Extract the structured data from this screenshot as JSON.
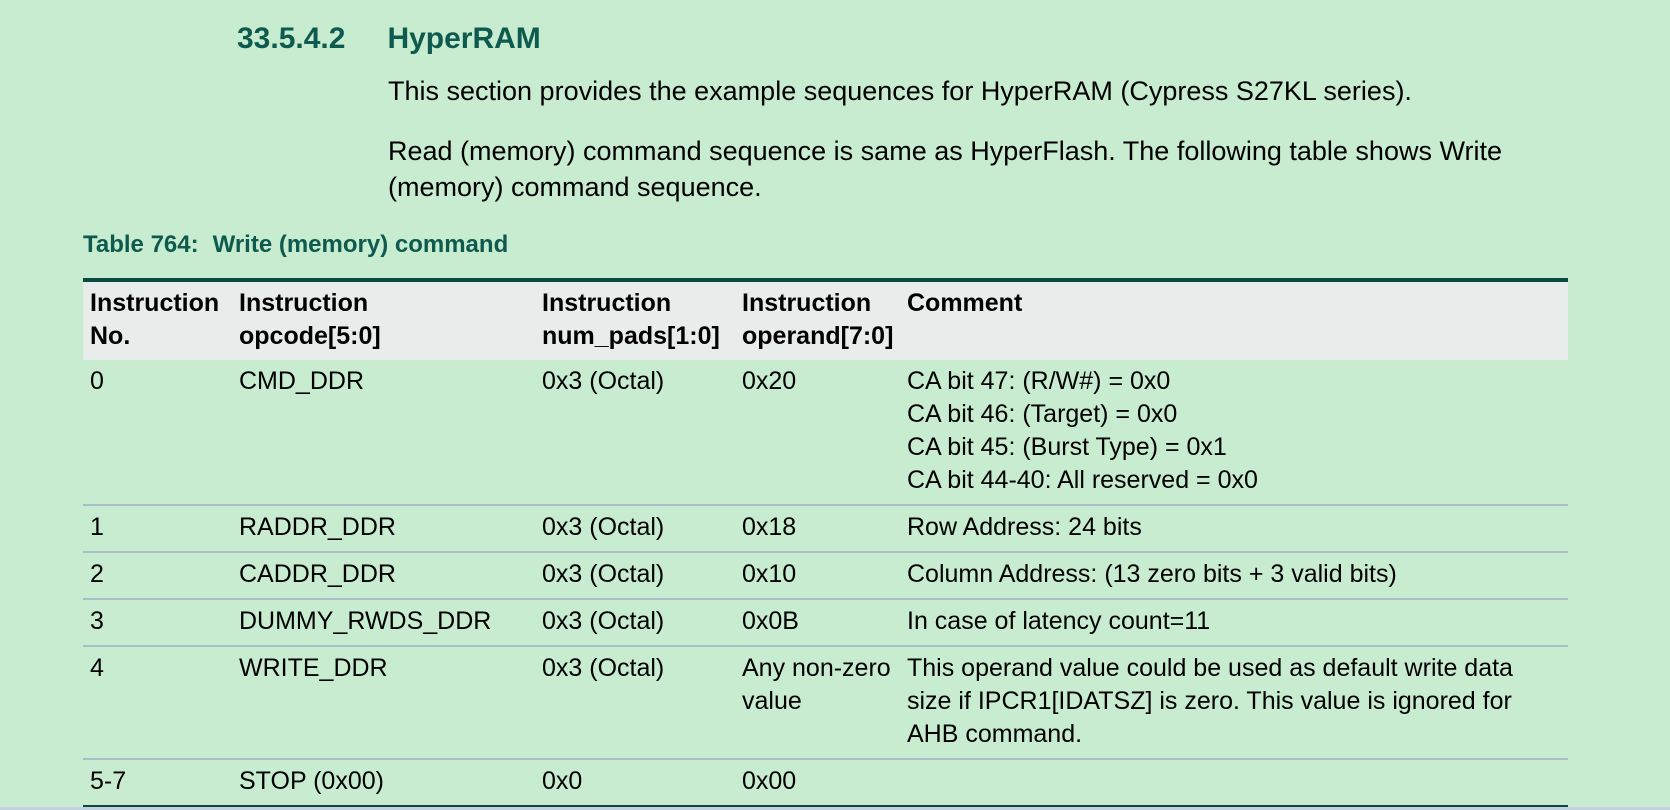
{
  "page": {
    "background_color": "#c8ecd0",
    "accent_color": "#0e5a4f",
    "table_border_color": "#0a4a41",
    "header_row_color": "#e8edec",
    "row_separator_color": "#a8bfca",
    "section": {
      "number": "33.5.4.2",
      "title": "HyperRAM"
    },
    "paragraphs": [
      "This section provides the example sequences for HyperRAM (Cypress S27KL series).",
      "Read (memory) command sequence is same as HyperFlash. The following table shows Write (memory) command sequence."
    ]
  },
  "table": {
    "caption": {
      "label": "Table 764:",
      "title": "Write (memory) command"
    },
    "headers": [
      [
        "Instruction",
        "No."
      ],
      [
        "Instruction",
        "opcode[5:0]"
      ],
      [
        "Instruction",
        "num_pads[1:0]"
      ],
      [
        "Instruction",
        "operand[7:0]"
      ],
      [
        "Comment"
      ]
    ],
    "rows": [
      {
        "no": "0",
        "opcode": "CMD_DDR",
        "num_pads": "0x3 (Octal)",
        "operand": "0x20",
        "comment": [
          "CA bit 47: (R/W#) = 0x0",
          "CA bit 46: (Target) = 0x0",
          "CA bit 45: (Burst Type) = 0x1",
          "CA bit 44-40: All reserved = 0x0"
        ]
      },
      {
        "no": "1",
        "opcode": "RADDR_DDR",
        "num_pads": "0x3 (Octal)",
        "operand": "0x18",
        "comment": "Row Address: 24 bits"
      },
      {
        "no": "2",
        "opcode": "CADDR_DDR",
        "num_pads": "0x3 (Octal)",
        "operand": "0x10",
        "comment": "Column Address: (13 zero bits + 3 valid bits)"
      },
      {
        "no": "3",
        "opcode": "DUMMY_RWDS_DDR",
        "num_pads": "0x3 (Octal)",
        "operand": "0x0B",
        "comment": "In case of latency count=11"
      },
      {
        "no": "4",
        "opcode": "WRITE_DDR",
        "num_pads": "0x3 (Octal)",
        "operand": "Any non-zero value",
        "comment": "This operand value could be used as default write data size if IPCR1[IDATSZ] is zero. This value is ignored for AHB command."
      },
      {
        "no": "5-7",
        "opcode": "STOP (0x00)",
        "num_pads": "0x0",
        "operand": "0x00",
        "comment": ""
      }
    ]
  }
}
